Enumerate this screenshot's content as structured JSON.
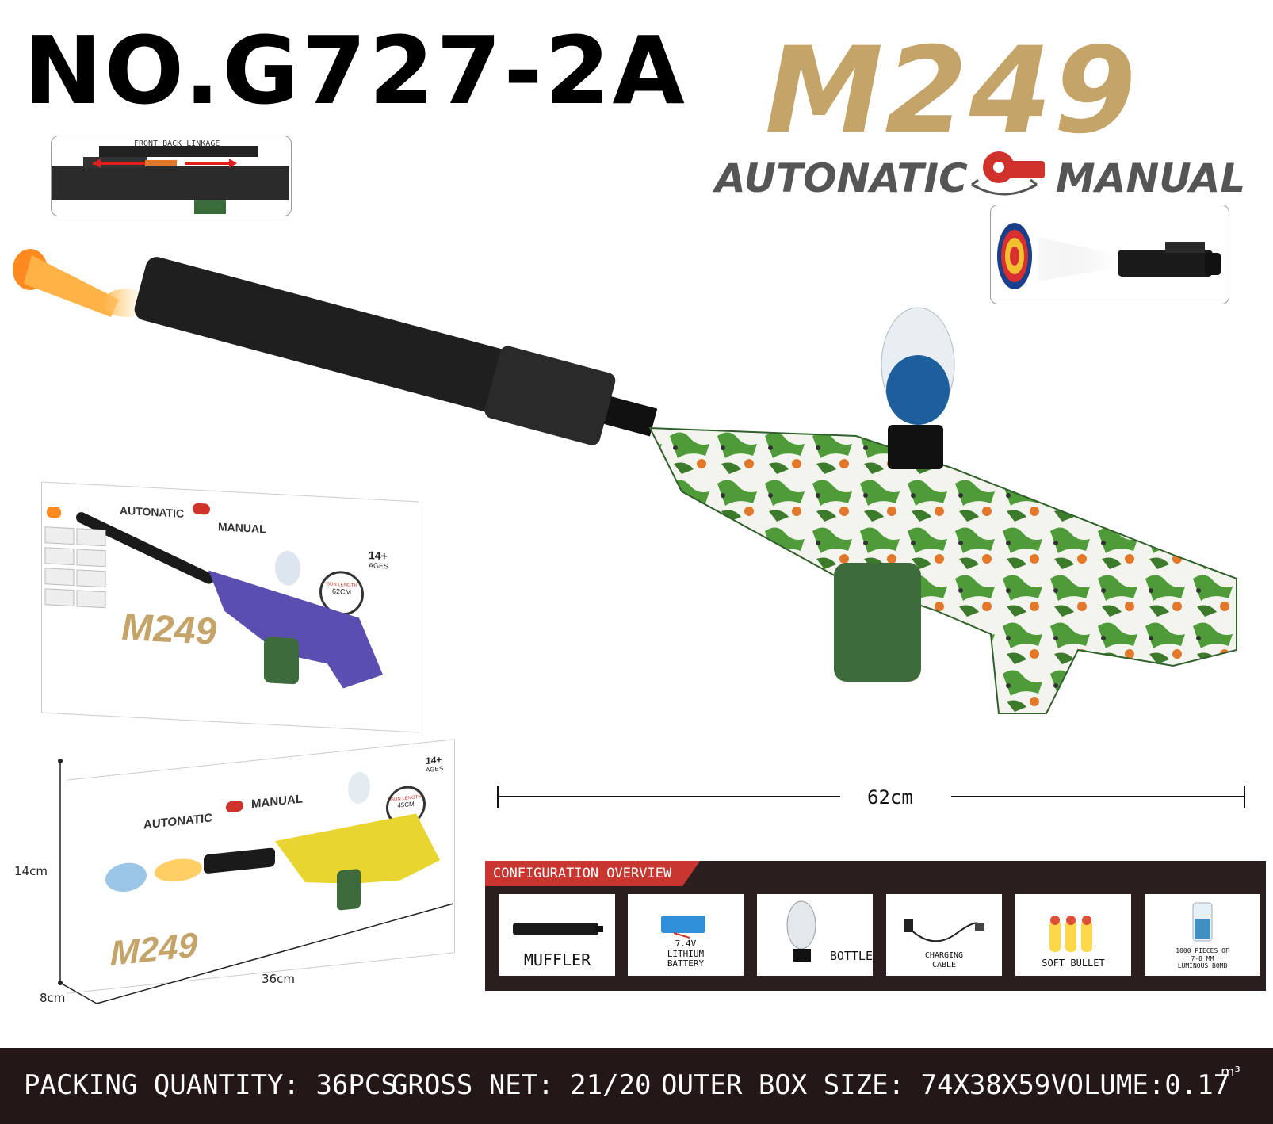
{
  "header": {
    "model_number": "NO.G727-2A",
    "brand": "M249",
    "mode_left": "AUTONATIC",
    "mode_right": "MANUAL",
    "linkage_caption": "FRONT BACK LINKAGE"
  },
  "packaging": {
    "box1": {
      "mode_left": "AUTONATIC",
      "mode_right": "MANUAL",
      "brand": "M249",
      "age": "14+",
      "age_sub": "AGES",
      "gun_length_title": "GUN LENGTH",
      "gun_length_value": "62CM"
    },
    "box2": {
      "mode_left": "AUTONATIC",
      "mode_right": "MANUAL",
      "brand": "M249",
      "age": "14+",
      "age_sub": "AGES",
      "gun_length_title": "GUN LENGTH",
      "gun_length_value": "45CM",
      "height": "14cm",
      "width": "36cm",
      "depth": "8cm"
    }
  },
  "gun_length": "62cm",
  "config": {
    "title": "CONFIGURATION OVERVIEW",
    "items": [
      {
        "icon": "muffler-icon",
        "label": "MUFFLER"
      },
      {
        "icon": "battery-icon",
        "label": "7.4V\nLITHIUM\nBATTERY"
      },
      {
        "icon": "bottle-icon",
        "label": "BOTTLE"
      },
      {
        "icon": "cable-icon",
        "label": "CHARGING\nCABLE"
      },
      {
        "icon": "bullet-icon",
        "label": "SOFT BULLET"
      },
      {
        "icon": "beads-icon",
        "label": "1000 PIECES OF\n7-8 MM\nLUMINOUS BOMB"
      }
    ]
  },
  "footer": {
    "packing": "PACKING QUANTITY: 36PCS",
    "gross": "GROSS NET: 21/20",
    "outer": "OUTER BOX SIZE: 74X38X59",
    "volume": "VOLUME:0.17",
    "volume_unit": "m³"
  },
  "colors": {
    "gold": "#c4a468",
    "red": "#c8362f",
    "dark": "#231717",
    "green": "#3e6b3c"
  }
}
